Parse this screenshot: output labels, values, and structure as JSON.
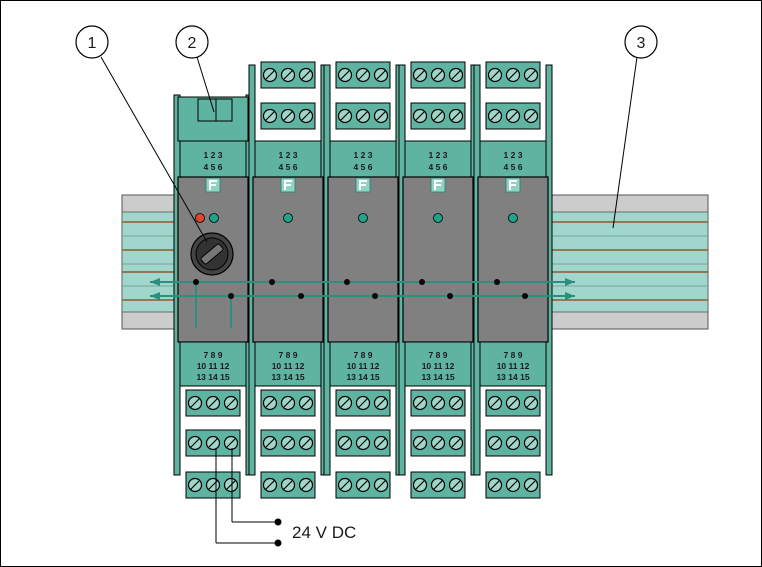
{
  "callouts": [
    "1",
    "2",
    "3"
  ],
  "module_count": 5,
  "top_terminals": {
    "row1": "1 2 3",
    "row2": "4 5 6"
  },
  "bottom_terminals": {
    "row1": "7 8 9",
    "row2": "10 11 12",
    "row3": "13 14 15"
  },
  "supply_label": "24 V DC",
  "colors": {
    "frame": "#000000",
    "housing": "#808080",
    "terminal": "#5fb3a1",
    "terminal_light": "#9fd6c8",
    "rail": "#a0d6cc",
    "rail_stripe": "#8b5a2b",
    "bus_line": "#2a8f7e",
    "led_red": "#e2452e",
    "led_green": "#1fa48c",
    "logo_bg": "#8fd3c3"
  },
  "icons": [
    "fuse-holder-icon",
    "status-led-icon",
    "screw-terminal-icon",
    "logo-icon"
  ]
}
